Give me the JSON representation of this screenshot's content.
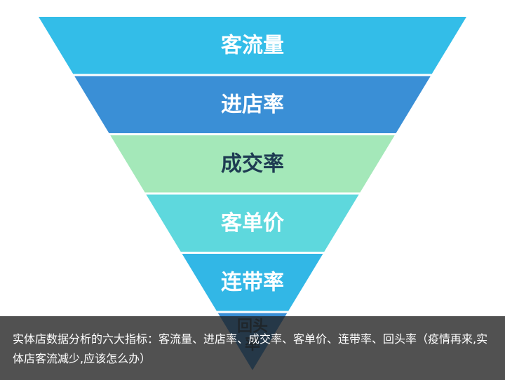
{
  "funnel": {
    "segments": [
      {
        "label": "客流量",
        "color": "#33bde8"
      },
      {
        "label": "进店率",
        "color": "#3a8fd6"
      },
      {
        "label": "成交率",
        "color": "#a4e8b9"
      },
      {
        "label": "客单价",
        "color": "#5ed8dd"
      },
      {
        "label": "连带率",
        "color": "#32b7e6"
      },
      {
        "label": "回头率",
        "color": "#3a8fd6"
      }
    ]
  },
  "caption": {
    "text": "实体店数据分析的六大指标：客流量、进店率、成交率、客单价、连带率、回头率（疫情再来,实体店客流减少,应该怎么办）"
  }
}
